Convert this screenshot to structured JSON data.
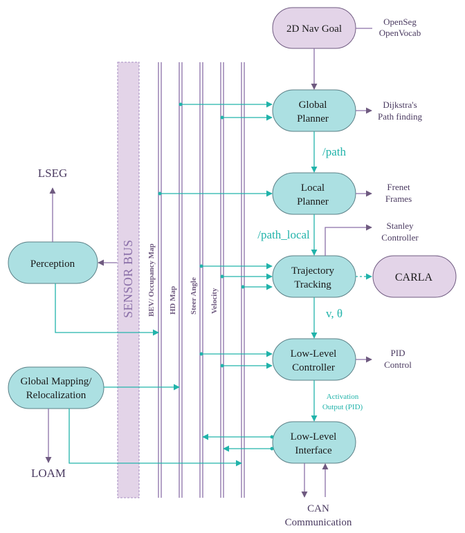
{
  "nodes": {
    "nav_goal": "2D Nav Goal",
    "global_planner": [
      "Global",
      "Planner"
    ],
    "local_planner": [
      "Local",
      "Planner"
    ],
    "trajectory_tracking": [
      "Trajectory",
      "Tracking"
    ],
    "low_level_controller": [
      "Low-Level",
      "Controller"
    ],
    "low_level_interface": [
      "Low-Level",
      "Interface"
    ],
    "perception": "Perception",
    "global_mapping": [
      "Global Mapping/",
      "Relocalization"
    ],
    "carla": "CARLA"
  },
  "side_labels": {
    "openseg": [
      "OpenSeg",
      "OpenVocab"
    ],
    "dijkstra": [
      "Dijkstra's",
      "Path finding"
    ],
    "frenet": [
      "Frenet",
      "Frames"
    ],
    "stanley": [
      "Stanley",
      "Controller"
    ],
    "pid": [
      "PID",
      "Control"
    ],
    "lseg": "LSEG",
    "loam": "LOAM",
    "can": [
      "CAN",
      "Communication"
    ]
  },
  "edge_labels": {
    "path": "/path",
    "path_local": "/path_local",
    "v_theta": "v, θ",
    "activation": [
      "Activation",
      "Output (PID)"
    ]
  },
  "bus": {
    "title": "SENSOR BUS",
    "lines": [
      "BEV/ Occupancy Map",
      "HD Map",
      "Steer Angle",
      "Velocity"
    ]
  },
  "colors": {
    "teal_node": "#ace0e2",
    "purple_node": "#e3d4e8",
    "teal_arrow": "#21b3aa",
    "purple_arrow": "#8a6fa8"
  }
}
